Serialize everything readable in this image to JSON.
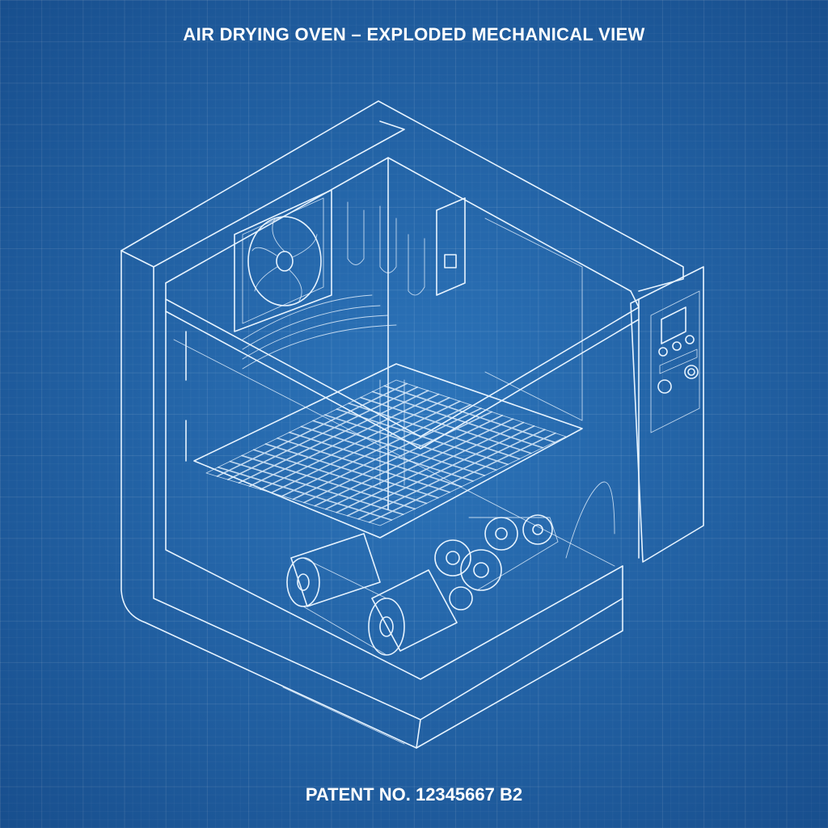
{
  "title": "AIR DRYING OVEN – EXPLODED MECHANICAL VIEW",
  "footer": "PATENT NO. 12345667 B2",
  "colors": {
    "background": "#1f63a9",
    "lines": "#e8f4ff"
  },
  "components": [
    "fan-icon",
    "heating-element",
    "wire-mesh-tray",
    "drive-motor",
    "gear-train",
    "control-panel",
    "door-latch"
  ]
}
